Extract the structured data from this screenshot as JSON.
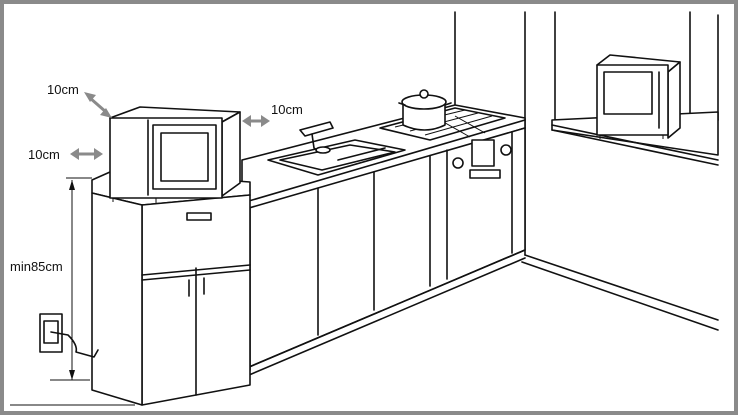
{
  "labels": {
    "clearance_top_left": "10cm",
    "clearance_right": "10cm",
    "clearance_left": "10cm",
    "min_height": "min85cm"
  },
  "colors": {
    "frame": "#8a8a8a",
    "line": "#111111",
    "arrow": "#8a8a8a",
    "background": "#ffffff"
  }
}
